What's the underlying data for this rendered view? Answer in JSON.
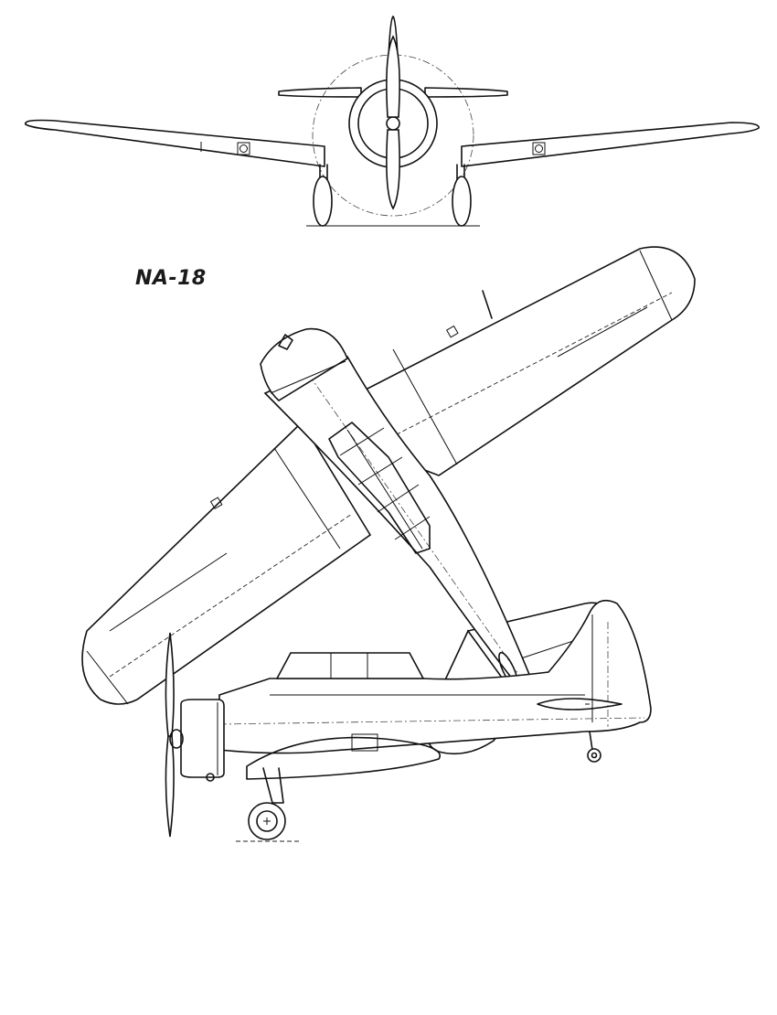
{
  "title": "NA-18",
  "colors": {
    "ink": "#111111",
    "background": "#ffffff"
  },
  "views": [
    "front-view",
    "top-view",
    "side-view"
  ]
}
